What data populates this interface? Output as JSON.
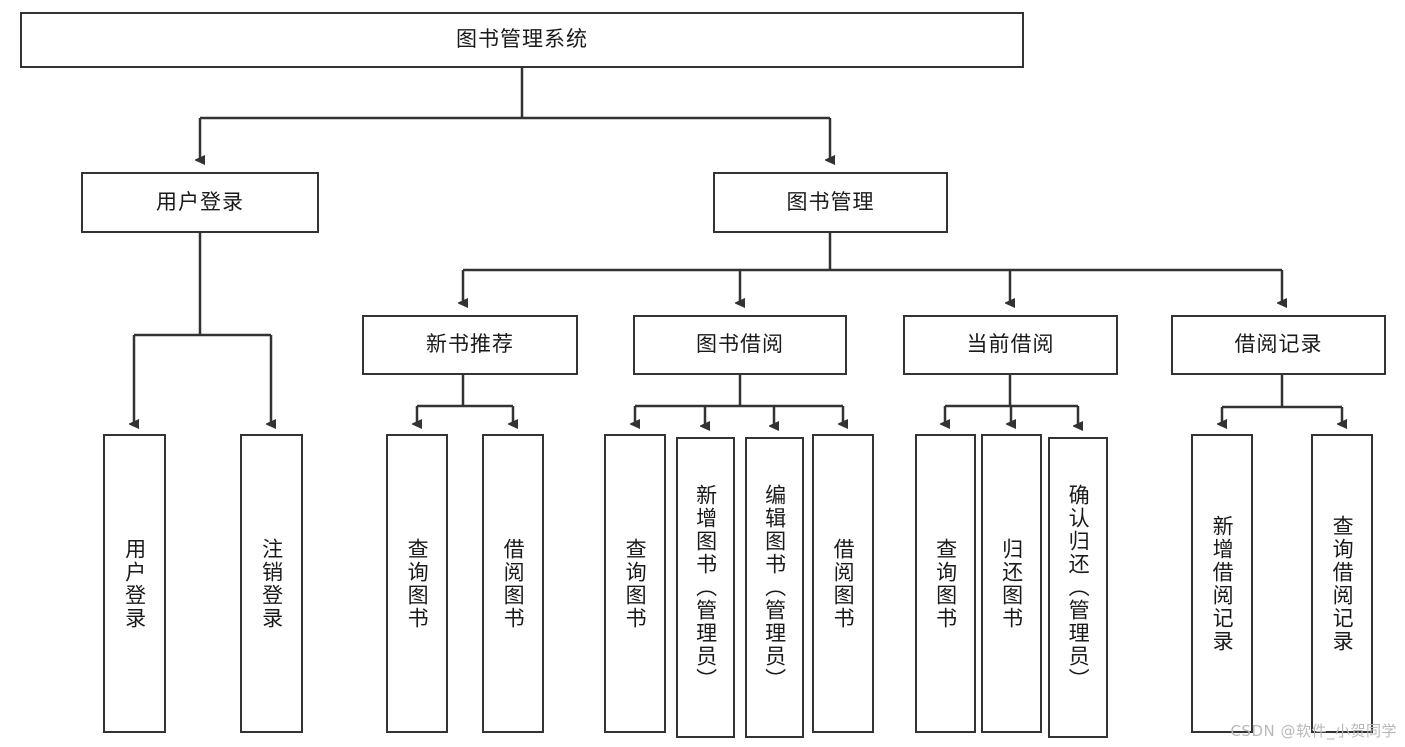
{
  "diagram": {
    "title": "图书管理系统",
    "type": "tree-hierarchy-chart",
    "root": {
      "label": "图书管理系统"
    },
    "level2": [
      {
        "label": "用户登录"
      },
      {
        "label": "图书管理"
      }
    ],
    "level3": [
      {
        "label": "新书推荐"
      },
      {
        "label": "图书借阅"
      },
      {
        "label": "当前借阅"
      },
      {
        "label": "借阅记录"
      }
    ],
    "leaves": {
      "user_login": [
        {
          "label": "用户登录"
        },
        {
          "label": "注销登录"
        }
      ],
      "new_book_recommend": [
        {
          "label": "查询图书"
        },
        {
          "label": "借阅图书"
        }
      ],
      "book_borrow": [
        {
          "label": "查询图书"
        },
        {
          "label": "新增图书（管理员）"
        },
        {
          "label": "编辑图书（管理员）"
        },
        {
          "label": "借阅图书"
        }
      ],
      "current_borrow": [
        {
          "label": "查询图书"
        },
        {
          "label": "归还图书"
        },
        {
          "label": "确认归还（管理员）"
        }
      ],
      "borrow_record": [
        {
          "label": "新增借阅记录"
        },
        {
          "label": "查询借阅记录"
        }
      ]
    }
  },
  "watermark": {
    "text": "CSDN @软件_小贺同学"
  },
  "colors": {
    "stroke": "#333333",
    "fill": "#ffffff",
    "text": "#1a1a1a",
    "watermark": "#b9b9b9"
  }
}
